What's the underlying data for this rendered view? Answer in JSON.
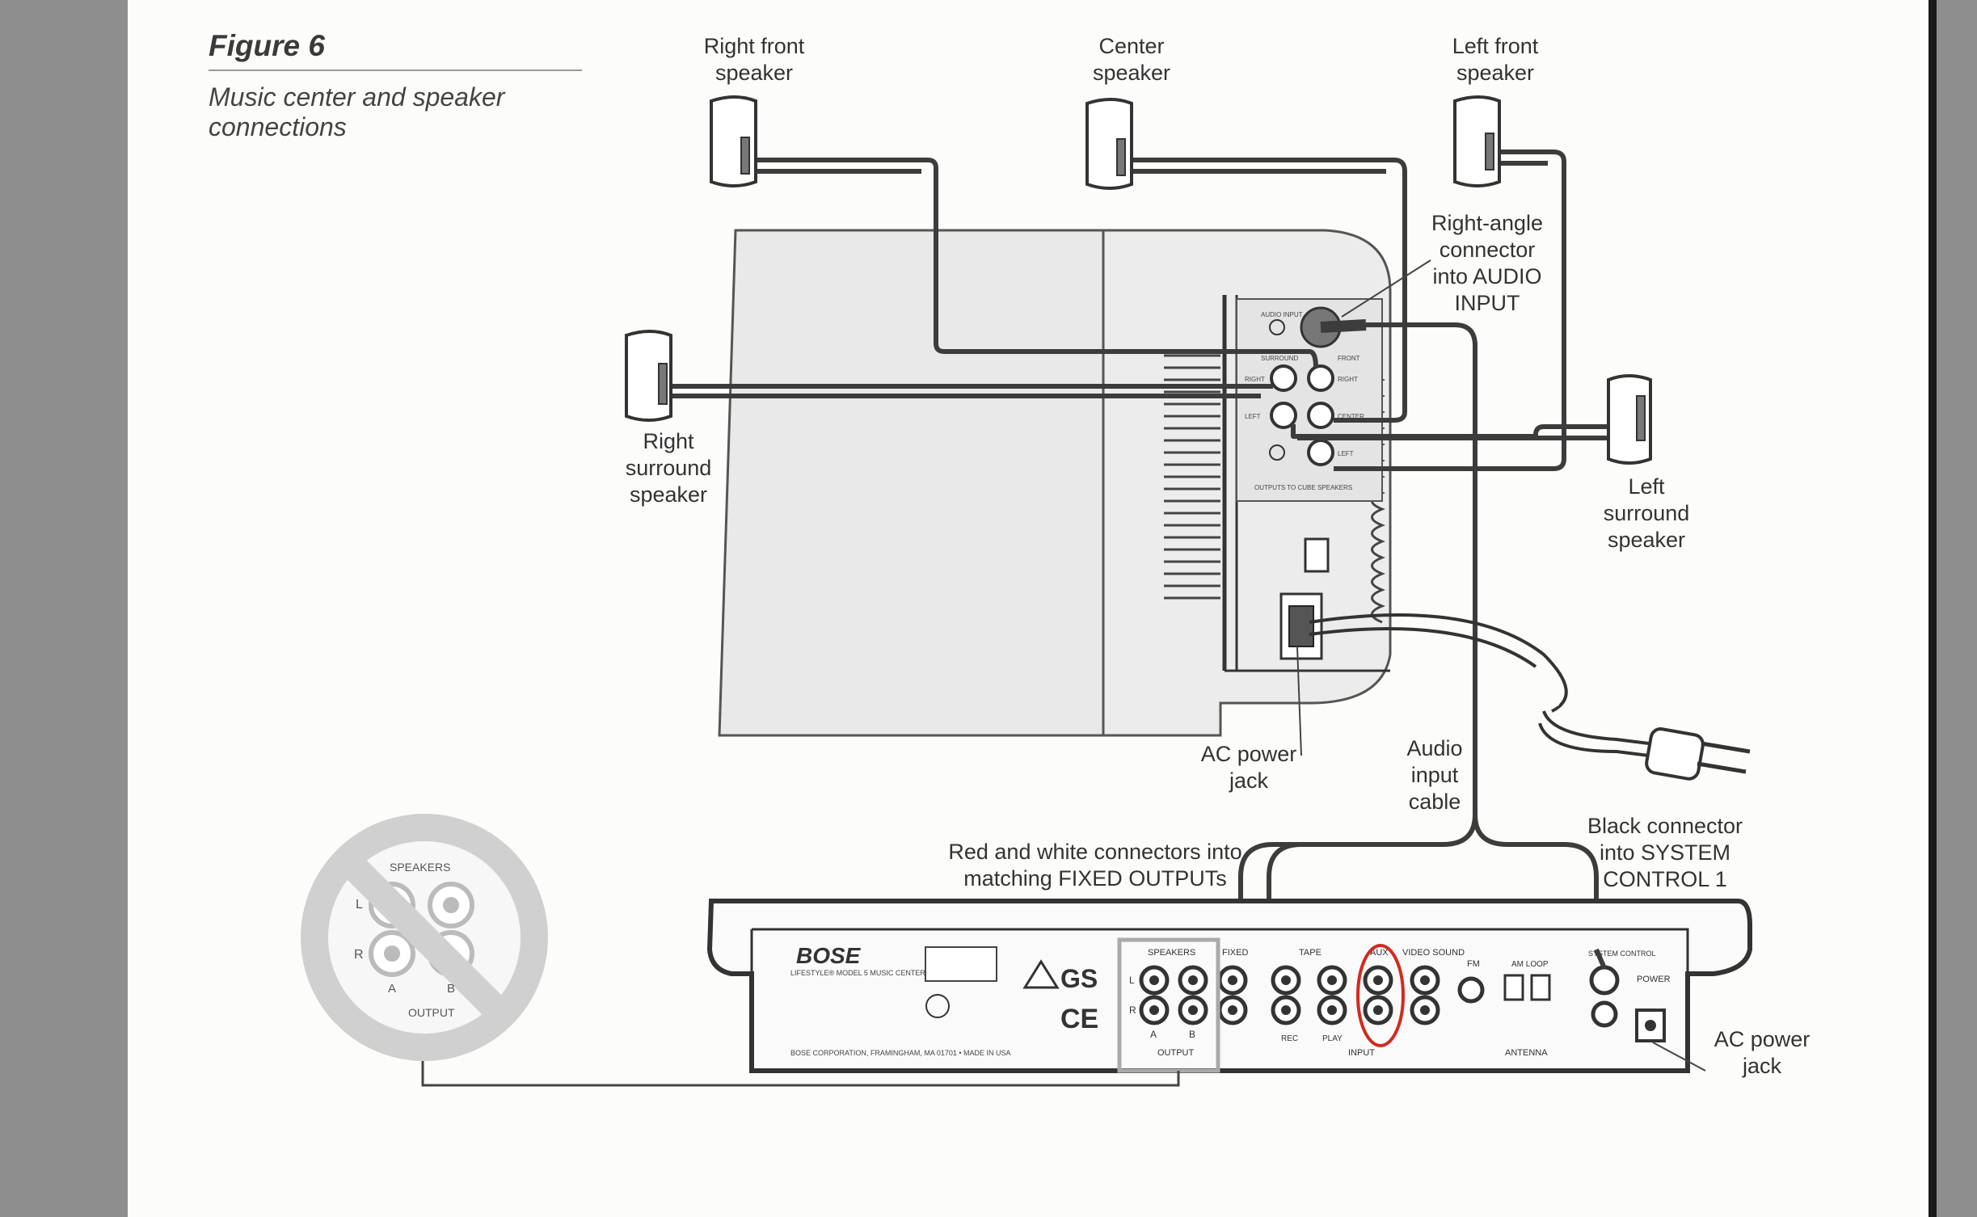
{
  "figure": {
    "title": "Figure 6",
    "caption": "Music center and speaker connections"
  },
  "labels": {
    "right_front": "Right front\nspeaker",
    "center": "Center\nspeaker",
    "left_front": "Left front\nspeaker",
    "right_angle": "Right-angle\nconnector\ninto AUDIO\nINPUT",
    "right_surround": "Right\nsurround\nspeaker",
    "left_surround": "Left\nsurround\nspeaker",
    "ac_power_jack_module": "AC power\njack",
    "audio_input_cable": "Audio\ninput\ncable",
    "red_white": "Red and white connectors into\nmatching FIXED OUTPUTs",
    "black_connector": "Black connector\ninto SYSTEM\nCONTROL 1",
    "ac_power_jack_center": "AC power\njack"
  },
  "panel_text": {
    "brand": "BOSE",
    "model": "LIFESTYLE® MODEL 5 MUSIC CENTER",
    "speakers": "SPEAKERS",
    "fixed": "FIXED",
    "tape": "TAPE",
    "aux": "AUX",
    "video_sound": "VIDEO SOUND",
    "fm": "FM",
    "am_loop": "AM LOOP",
    "system_control": "SYSTEM CONTROL",
    "power": "POWER",
    "output": "OUTPUT",
    "input": "INPUT",
    "antenna": "ANTENNA",
    "rec": "REC",
    "play": "PLAY",
    "ch_a": "A",
    "ch_b": "B",
    "ch_l": "L",
    "ch_r": "R",
    "footer": "BOSE CORPORATION, FRAMINGHAM, MA 01701 • MADE IN USA"
  },
  "module_text": {
    "audio_input": "AUDIO INPUT",
    "surround": "SURROUND",
    "front": "FRONT",
    "right": "RIGHT",
    "left": "LEFT",
    "center": "CENTER",
    "outputs_to": "OUTPUTS TO CUBE SPEAKERS"
  },
  "inset": {
    "speakers": "SPEAKERS",
    "l": "L",
    "r": "R",
    "a": "A",
    "b": "B",
    "output": "OUTPUT"
  },
  "colors": {
    "highlight": "#d22a1f",
    "cable": "#3c3c3c",
    "module_fill": "#e9e9e9",
    "prohibit": "#d0d0d0"
  }
}
